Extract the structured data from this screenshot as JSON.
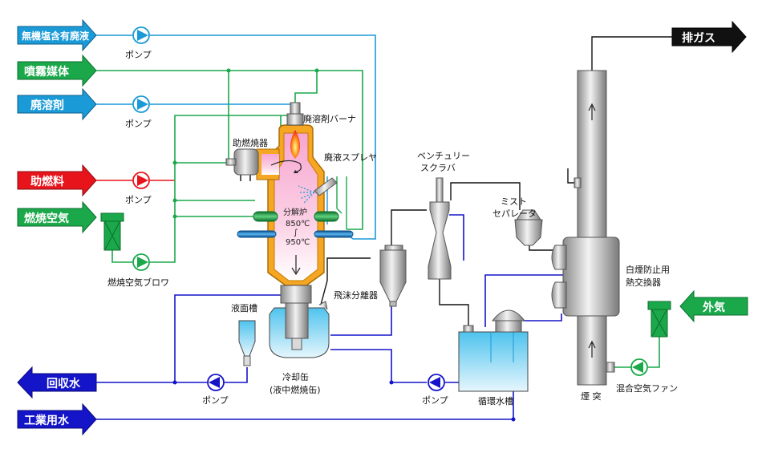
{
  "inputs": {
    "inorganic_salt_waste": "無機塩含有廃液",
    "spray_medium": "噴霧媒体",
    "waste_solvent": "廃溶剤",
    "auxiliary_fuel": "助燃料",
    "combustion_air": "燃焼空気",
    "industrial_water": "工業用水",
    "outside_air": "外気"
  },
  "outputs": {
    "exhaust_gas": "排ガス",
    "recovered_water": "回収水"
  },
  "labels": {
    "pump": "ポンプ",
    "combustion_air_blower": "燃焼空気ブロワ",
    "solvent_burner": "廃溶剤バーナ",
    "auxiliary_burner": "助燃焼器",
    "waste_sprayer": "廃液スプレヤ",
    "decomposition_furnace": "分解炉",
    "temp_low": "850℃",
    "temp_tilde": "∫",
    "temp_high": "950℃",
    "level_tank": "液面槽",
    "cooling_can": "冷却缶",
    "cooling_can_sub": "(液中燃焼缶)",
    "mist_separator_droplet": "飛沫分離器",
    "venturi_scrubber_1": "ベンチュリー",
    "venturi_scrubber_2": "スクラバ",
    "mist_separator_1": "ミスト",
    "mist_separator_2": "セパレータ",
    "white_smoke_hx_1": "白煙防止用",
    "white_smoke_hx_2": "熱交換器",
    "circulation_tank": "循環水槽",
    "stack": "煙 突",
    "mixing_air_fan": "混合空気ファン"
  },
  "colors": {
    "blue_stream": "#1a9ad6",
    "green_stream": "#1aa84a",
    "red_stream": "#e8141c",
    "dark_blue_stream": "#1414c8",
    "black_stream": "#111111",
    "furnace_shell": "#f5a623",
    "furnace_inner": "#f6a5c8"
  }
}
